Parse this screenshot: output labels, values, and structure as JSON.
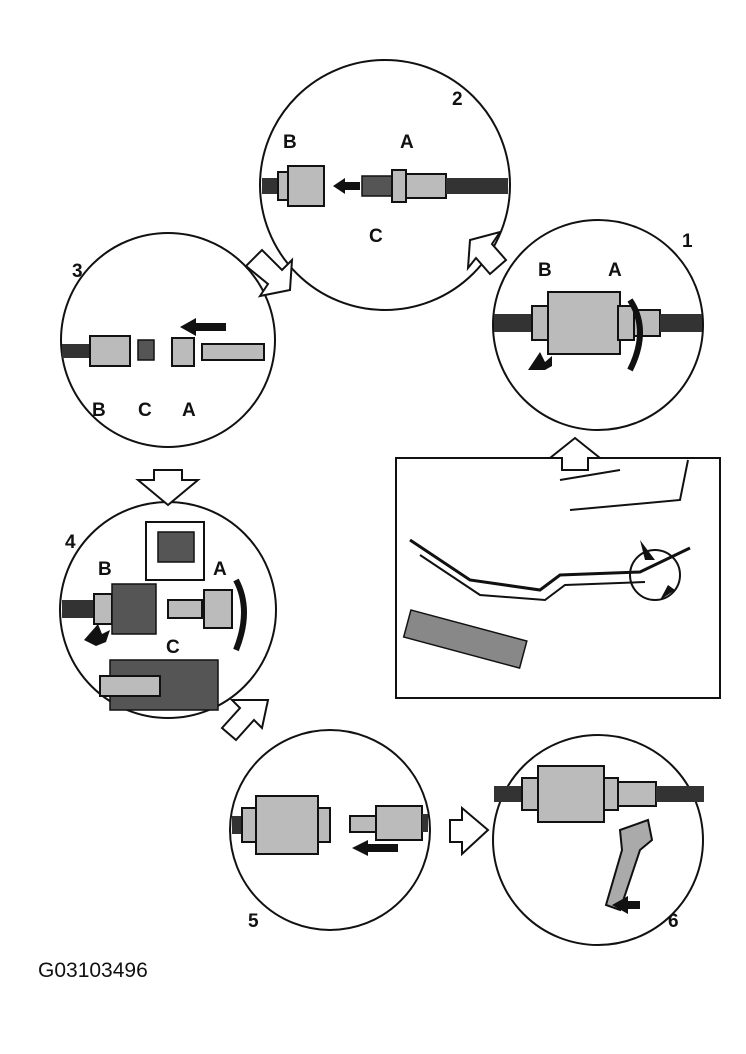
{
  "figure_code": "G03103496",
  "steps": [
    {
      "number": "1",
      "labels": {
        "b": "B",
        "a": "A"
      }
    },
    {
      "number": "2",
      "labels": {
        "b": "B",
        "a": "A",
        "c": "C"
      }
    },
    {
      "number": "3",
      "labels": {
        "b": "B",
        "c": "C",
        "a": "A"
      }
    },
    {
      "number": "4",
      "labels": {
        "b": "B",
        "a": "A",
        "c": "C"
      }
    },
    {
      "number": "5"
    },
    {
      "number": "6"
    }
  ]
}
